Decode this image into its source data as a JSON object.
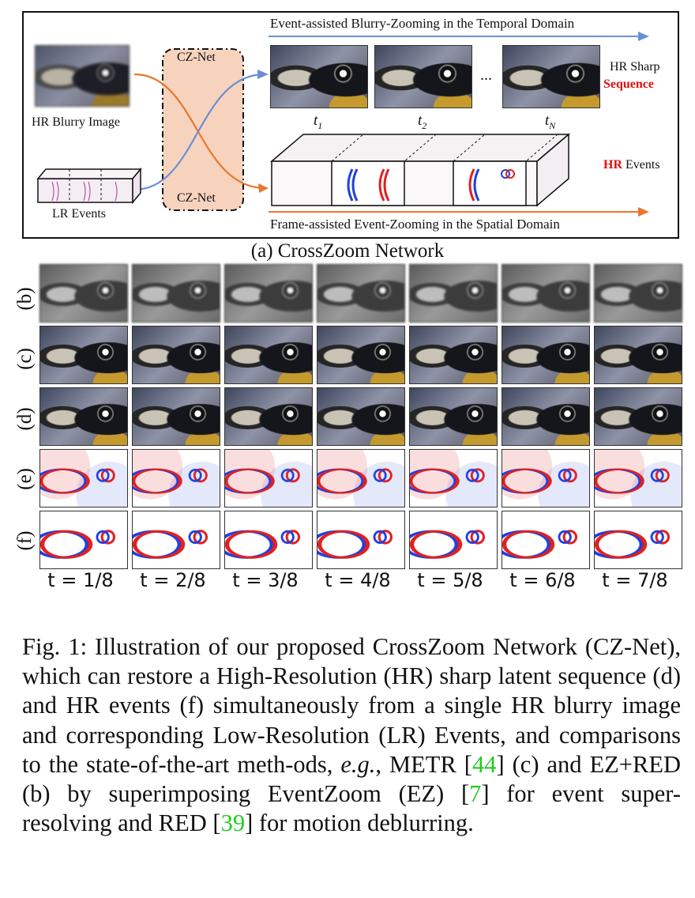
{
  "panel_a": {
    "top_arrow_label": "Event-assisted Blurry-Zooming in the Temporal Domain",
    "bottom_arrow_label": "Frame-assisted Event-Zooming in the Spatial Domain",
    "net_top_label": "CZ-Net",
    "net_bottom_label": "CZ-Net",
    "input_image_label": "HR Blurry Image",
    "input_events_label": "LR Events",
    "output_seq_label_1": "HR Sharp",
    "output_seq_label_2": "Sequence",
    "output_events_label_1": "HR",
    "output_events_label_2": " Events",
    "time_labels": [
      "t",
      "t",
      "t"
    ],
    "time_subscripts": [
      "1",
      "2",
      "N"
    ],
    "ellipsis": "...",
    "caption": "(a) CrossZoom Network"
  },
  "comparison": {
    "row_labels": [
      "(b)",
      "(c)",
      "(d)",
      "(e)",
      "(f)"
    ],
    "time_labels": [
      "t = 1/8",
      "t = 2/8",
      "t = 3/8",
      "t = 4/8",
      "t = 5/8",
      "t = 6/8",
      "t = 7/8"
    ]
  },
  "caption": {
    "prefix": "Fig. 1: Illustration of our proposed CrossZoom Network (CZ-Net), which can restore a High-Resolution (HR) sharp latent sequence (d) and HR events (f) simultaneously from a single HR blurry image and corresponding Low-Resolution (LR) Events, and comparisons to the state-of-the-art meth-ods, ",
    "eg": "e.g.",
    "part2": ", METR [",
    "ref1": "44",
    "part3": "] (c) and EZ+RED (b) by superimposing EventZoom (EZ) [",
    "ref2": "7",
    "part4": "] for event super-resolving and RED [",
    "ref3": "39",
    "part5": "] for motion deblurring."
  },
  "colors": {
    "arrow_blue": "#6a8fd6",
    "arrow_orange": "#e8772e",
    "net_fill": "#f7d3bd",
    "event_red": "#e02020",
    "event_blue": "#1f3fe0",
    "cite_green": "#22cc22"
  }
}
